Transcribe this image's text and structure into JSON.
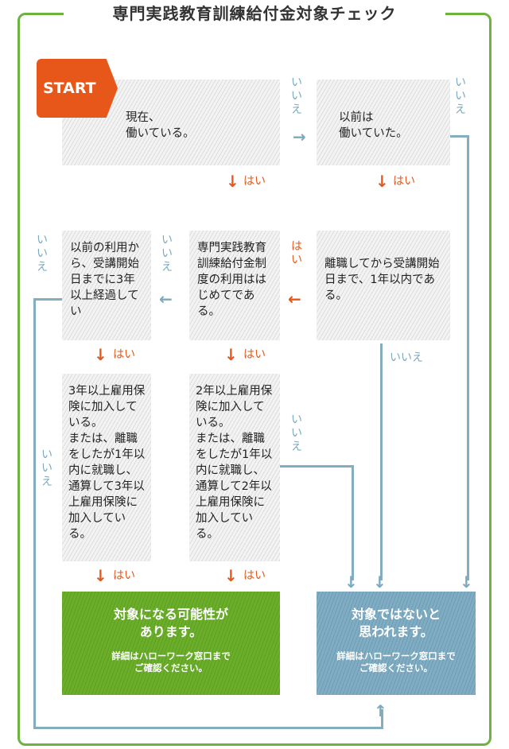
{
  "title": "専門実践教育訓練給付金対象チェック",
  "start": "START",
  "yes": "はい",
  "no": "いいえ",
  "q1": "現在、\n働いている。",
  "q2": "以前は\n働いていた。",
  "q3": "離職してから受講開始日まで、1年以内である。",
  "q4": "専門実践教育訓練給付金制度の利用ははじめてである。",
  "q5": "以前の利用から、受講開始日までに3年以上経過してい",
  "q6": "2年以上雇用保険に加入している。\nまたは、離職をしたが1年以内に就職し、通算して2年以上雇用保険に加入している。",
  "q7": "3年以上雇用保険に加入している。\nまたは、離職をしたが1年以内に就職し、通算して3年以上雇用保険に加入している。",
  "result_yes": {
    "heading": "対象になる可能性が\nあります。",
    "note": "詳細はハローワーク窓口まで\nご確認ください。"
  },
  "result_no": {
    "heading": "対象ではないと\n思われます。",
    "note": "詳細はハローワーク窓口まで\nご確認ください。"
  },
  "colors": {
    "orange": "#e8571a",
    "green": "#6aae2a",
    "blue": "#80adc3"
  }
}
